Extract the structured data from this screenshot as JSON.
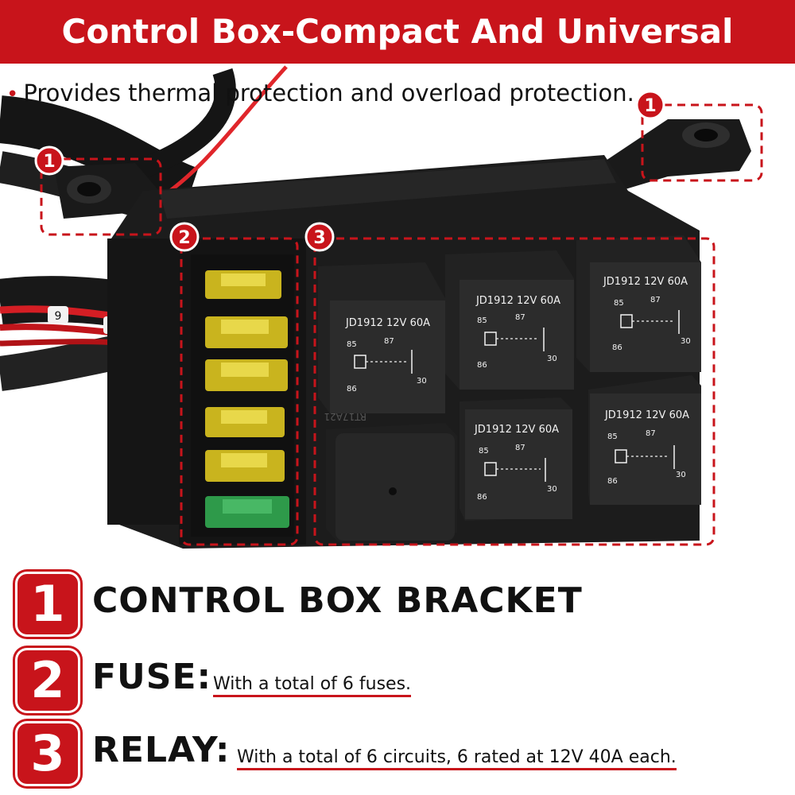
{
  "header": {
    "title": "Control Box-Compact And Universal Design",
    "subtitle": "Provides thermal protection and overload protection."
  },
  "callouts": {
    "bracket_number": "1",
    "fuse_number": "2",
    "relay_number": "3"
  },
  "relays": [
    {
      "model": "JD1912 12V 60A",
      "pin85": "85",
      "pin86": "86",
      "pin87": "87",
      "pin30": "30"
    },
    {
      "model": "JD1912 12V 60A",
      "pin85": "85",
      "pin86": "86",
      "pin87": "87",
      "pin30": "30"
    },
    {
      "model": "JD1912 12V 60A",
      "pin85": "85",
      "pin86": "86",
      "pin87": "87",
      "pin30": "30"
    },
    {
      "model": "JD1912 12V 60A",
      "pin85": "85",
      "pin86": "86",
      "pin87": "87",
      "pin30": "30"
    },
    {
      "model": "JD1912 12V 60A",
      "pin85": "85",
      "pin86": "86",
      "pin87": "87",
      "pin30": "30"
    }
  ],
  "box_code": "RT17A21",
  "wire_labels": [
    "9",
    "7"
  ],
  "legend": [
    {
      "number": "1",
      "label": "CONTROL BOX BRACKET",
      "description": ""
    },
    {
      "number": "2",
      "label": "FUSE:",
      "description": "With a total of 6 fuses."
    },
    {
      "number": "3",
      "label": "RELAY:",
      "description": "With a total of 6 circuits, 6 rated at 12V 40A each."
    }
  ],
  "colors": {
    "brand_red": "#c8141b",
    "fuse_yellow": "#d9c21f",
    "fuse_green": "#2e9a4a",
    "housing_black": "#1c1c1c"
  }
}
